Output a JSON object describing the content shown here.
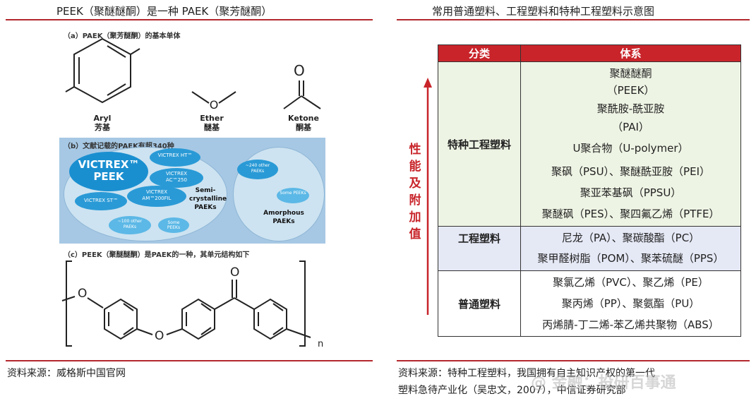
{
  "left": {
    "title": "PEEK（聚醚醚酮）是一种 PAEK（聚芳醚酮）",
    "label_a": "（a）PAEK（聚芳醚酮）的基本单体",
    "aryl_en": "Aryl",
    "aryl_cn": "芳基",
    "ether_en": "Ether",
    "ether_cn": "醚基",
    "ketone_en": "Ketone",
    "ketone_cn": "酮基",
    "ketone_o": "O",
    "label_b": "（b）文献记载的PAEK有超340种",
    "victrex_peek": "VICTREX™ PEEK",
    "victrex_ht": "VICTREX HT™",
    "victrex_ac": "VICTREX AC™250",
    "victrex_am": "VICTREX AM™200FIL",
    "victrex_st": "VICTREX ST™",
    "other_100": "~100 other PAEKs",
    "some_peeks_1": "Some PEEKs",
    "semi": "Semi-crystalline PAEKs",
    "other_240": "~240 other PAEKs",
    "some_peeks_2": "Some PEEKs",
    "amorphous": "Amorphous PAEKs",
    "label_c": "（c）PEEK（聚醚醚酮）是PAEK的一种，其单元结构如下",
    "o1": "O",
    "o2": "O",
    "o3": "O",
    "n": "n",
    "source": "资料来源：威格斯中国官网"
  },
  "right": {
    "title": "常用普通塑料、工程塑料和特种工程塑料示意图",
    "header_col1": "分类",
    "header_col2": "体系",
    "arrow_text": [
      "性",
      "能",
      "及",
      "附",
      "加",
      "值"
    ],
    "groups": [
      {
        "category": "特种工程塑料",
        "items": [
          "聚醚醚酮",
          "（PEEK）",
          "聚酰胺-酰亚胺",
          "（PAI）",
          "U聚合物（U-polymer）",
          "聚砜（PSU）、聚醚酰亚胺（PEI）",
          "聚亚苯基砜（PPSU）",
          "聚醚砜（PES）、聚四氟乙烯（PTFE）"
        ]
      },
      {
        "category": "工程塑料",
        "items": [
          "尼龙（PA）、聚碳酸酯（PC）",
          "聚甲醛树脂（POM）、聚苯硫醚（PPS）"
        ]
      },
      {
        "category": "普通塑料",
        "items": [
          "聚氯乙烯（PVC）、聚乙烯（PE）",
          "聚丙烯（PP）、聚氨酯（PU）",
          "丙烯腈-丁二烯-苯乙烯共聚物（ABS）"
        ]
      }
    ],
    "source_line1": "资料来源：特种工程塑料，我国拥有自主知识产权的第一代",
    "source_line2": "塑料急待产业化（吴忠文，2007），中信证券研究部"
  },
  "watermark": "@ 金融：投研百事通",
  "colors": {
    "accent": "#c8242a",
    "green_bg": "#eef4e4",
    "blue_bg": "#e5e8f5",
    "panel_blue": "#9fc3e0"
  }
}
